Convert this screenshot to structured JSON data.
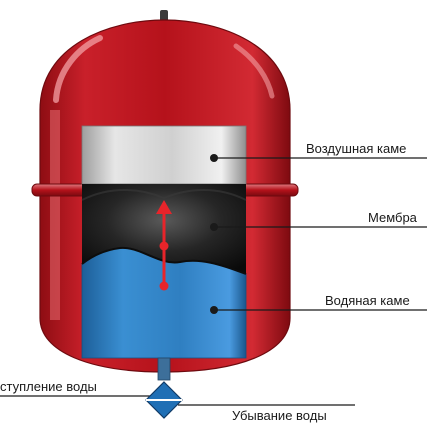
{
  "labels": {
    "air_chamber": "Воздушная каме",
    "membrane": "Мембра",
    "water_chamber": "Водяная каме",
    "water_inflow": "ступление воды",
    "water_outflow": "Убывание воды"
  },
  "colors": {
    "tank_red": "#b5121b",
    "air_grey": "#c8c8c8",
    "water_blue": "#2f7fc1",
    "membrane_dark": "#141414",
    "arrow_red": "#e8242a",
    "valve_blue": "#1f6fb5",
    "leader_line": "#1a1a1a"
  }
}
